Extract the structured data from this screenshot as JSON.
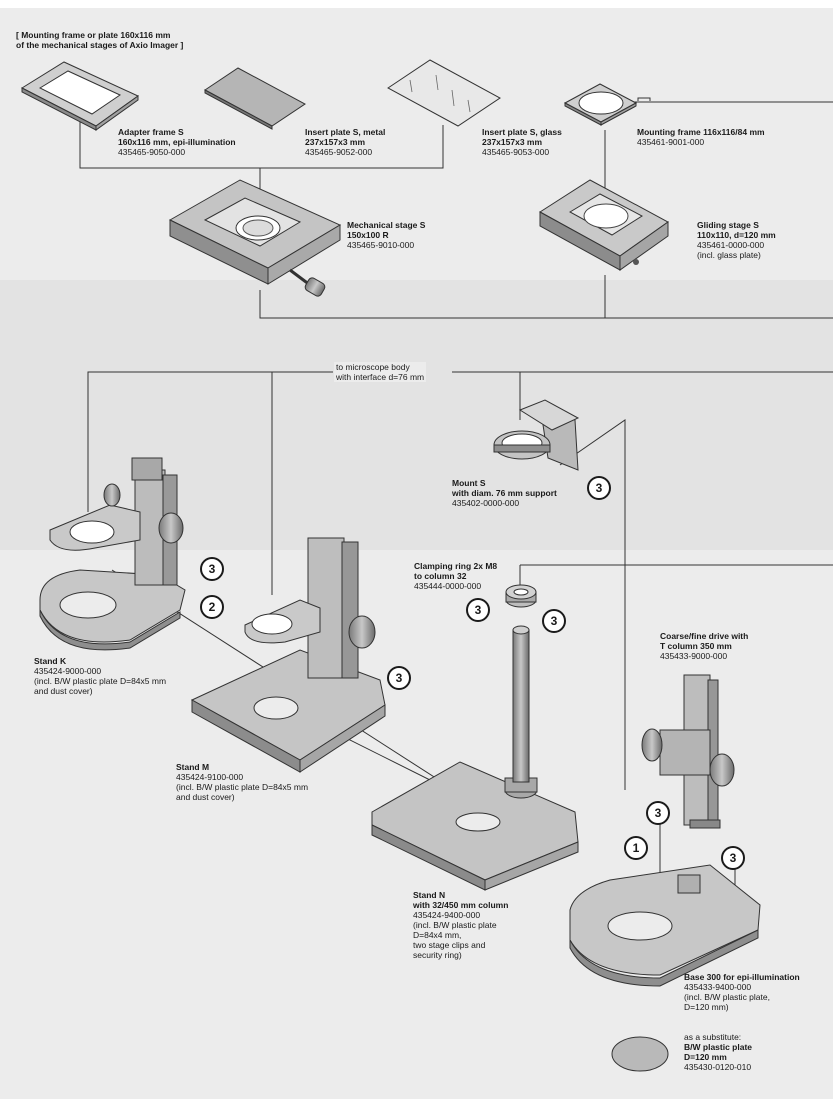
{
  "header_note": [
    "[ Mounting frame or plate 160x116 mm",
    "of the mechanical stages of Axio Imager ]"
  ],
  "body_note": [
    "to microscope body",
    "with interface d=76 mm"
  ],
  "components": [
    {
      "key": "adapter_frame",
      "title": "Adapter frame S",
      "desc": [
        "160x116 mm, epi-illumination"
      ],
      "number": "435465-9050-000"
    },
    {
      "key": "insert_metal",
      "title": "Insert plate S, metal",
      "desc": [
        "237x157x3 mm"
      ],
      "number": "435465-9052-000"
    },
    {
      "key": "insert_glass",
      "title": "Insert plate S, glass",
      "desc": [
        "237x157x3 mm"
      ],
      "number": "435465-9053-000"
    },
    {
      "key": "mount_frame",
      "title": "Mounting frame 116x116/84 mm",
      "desc": [],
      "number": "435461-9001-000"
    },
    {
      "key": "mech_stage",
      "title": "Mechanical stage S",
      "desc": [
        "150x100 R"
      ],
      "number": "435465-9010-000"
    },
    {
      "key": "gliding_stage",
      "title": "Gliding stage S",
      "desc": [
        "110x110, d=120 mm"
      ],
      "number": "435461-0000-000",
      "extra": [
        "(incl. glass plate)"
      ]
    },
    {
      "key": "mount_s",
      "title": "Mount S",
      "desc": [
        "with diam. 76 mm support"
      ],
      "number": "435402-0000-000"
    },
    {
      "key": "clamping_ring",
      "title": "Clamping ring 2x M8",
      "desc": [
        "to column 32"
      ],
      "number": "435444-0000-000"
    },
    {
      "key": "coarse_fine",
      "title": "Coarse/fine drive with",
      "desc": [
        "T column 350 mm"
      ],
      "number": "435433-9000-000"
    },
    {
      "key": "stand_k",
      "title": "Stand K",
      "desc": [],
      "number": "435424-9000-000",
      "extra": [
        "(incl. B/W plastic plate D=84x5 mm",
        "and dust cover)"
      ]
    },
    {
      "key": "stand_m",
      "title": "Stand M",
      "desc": [],
      "number": "435424-9100-000",
      "extra": [
        "(incl. B/W plastic plate D=84x5 mm",
        "and dust cover)"
      ]
    },
    {
      "key": "stand_n",
      "title": "Stand N",
      "desc": [
        "with 32/450 mm column"
      ],
      "number": "435424-9400-000",
      "extra": [
        "(incl. B/W plastic plate",
        "D=84x4 mm,",
        "two stage clips and",
        "security ring)"
      ]
    },
    {
      "key": "base_300",
      "title": "Base 300 for epi-illumination",
      "desc": [],
      "number": "435433-9400-000",
      "extra": [
        "(incl. B/W plastic plate,",
        "D=120 mm)"
      ]
    },
    {
      "key": "plastic_plate",
      "pre": "as a substitute:",
      "title": "B/W plastic plate",
      "desc": [
        "D=120 mm"
      ],
      "number": "435430-0120-010"
    }
  ],
  "callouts": {
    "one": "1",
    "two": "2",
    "three": "3"
  }
}
